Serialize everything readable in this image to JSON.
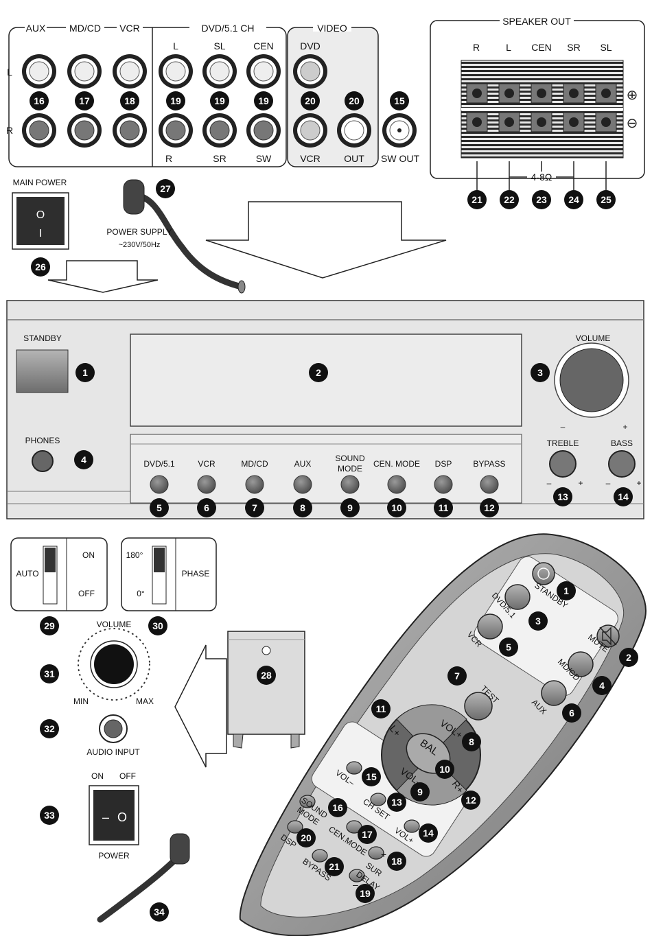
{
  "rear_panel": {
    "group_aux": "AUX",
    "group_mdcd": "MD/CD",
    "group_vcr": "VCR",
    "group_dvd": "DVD/5.1 CH",
    "group_video": "VIDEO",
    "side_l": "L",
    "side_r": "R",
    "ch_l": "L",
    "ch_sl": "SL",
    "ch_cen": "CEN",
    "ch_r": "R",
    "ch_sr": "SR",
    "ch_sw": "SW",
    "video_dvd": "DVD",
    "video_vcr": "VCR",
    "video_out": "OUT",
    "sw_out": "SW OUT",
    "speaker_out": "SPEAKER OUT",
    "spk_r": "R",
    "spk_l": "L",
    "spk_cen": "CEN",
    "spk_sr": "SR",
    "spk_sl": "SL",
    "plus": "⊕",
    "minus": "⊖",
    "impedance": "4-8Ω",
    "main_power": "MAIN POWER",
    "switch_o": "O",
    "switch_i": "I",
    "power_supply": "POWER SUPPLY",
    "power_supply_spec": "~230V/50Hz"
  },
  "front_panel": {
    "standby": "STANDBY",
    "phones": "PHONES",
    "volume": "VOLUME",
    "vol_minus": "–",
    "vol_plus": "+",
    "treble": "TREBLE",
    "bass": "BASS",
    "minus": "–",
    "plus": "+",
    "sel_dvd": "DVD/5.1",
    "sel_vcr": "VCR",
    "sel_mdcd": "MD/CD",
    "sel_aux": "AUX",
    "sel_sound1": "SOUND",
    "sel_sound2": "MODE",
    "sel_cen": "CEN. MODE",
    "sel_dsp": "DSP",
    "sel_bypass": "BYPASS"
  },
  "subwoofer": {
    "auto": "AUTO",
    "on": "ON",
    "off": "OFF",
    "deg180": "180°",
    "deg0": "0°",
    "phase": "PHASE",
    "volume": "VOLUME",
    "min": "MIN",
    "max": "MAX",
    "audio_input": "AUDIO INPUT",
    "pwr_on": "ON",
    "pwr_off": "OFF",
    "power": "POWER",
    "sw_dash": "–",
    "sw_o": "O"
  },
  "remote": {
    "standby": "STANDBY",
    "dvd": "DVD/5.1",
    "vcr": "VCR",
    "mute": "MUTE",
    "mdcd": "MD/CD",
    "aux": "AUX",
    "test": "TEST",
    "l_plus": "L+",
    "vol_plus": "VOL+",
    "bal": "BAL",
    "vol_minus_big": "VOL–",
    "r_plus": "R+",
    "vol_minus": "VOL–",
    "ch_set": "CH SET",
    "vol_plus_small": "VOL+",
    "sound1": "SOUND",
    "sound2": "MODE",
    "cen_mode": "CEN.MODE",
    "dsp": "DSP",
    "bypass": "BYPASS",
    "sur": "SUR",
    "delay": "DELAY",
    "plus": "+",
    "minus": "–"
  },
  "callouts": {
    "n1": "1",
    "n2": "2",
    "n3": "3",
    "n4": "4",
    "n5": "5",
    "n6": "6",
    "n7": "7",
    "n8": "8",
    "n9": "9",
    "n10": "10",
    "n11": "11",
    "n12": "12",
    "n13": "13",
    "n14": "14",
    "n15": "15",
    "n16": "16",
    "n17": "17",
    "n18": "18",
    "n19": "19",
    "n20": "20",
    "n21": "21",
    "n22": "22",
    "n23": "23",
    "n24": "24",
    "n25": "25",
    "n26": "26",
    "n27": "27",
    "n28": "28",
    "n29": "29",
    "n30": "30",
    "n31": "31",
    "n32": "32",
    "n33": "33",
    "n34": "34"
  }
}
